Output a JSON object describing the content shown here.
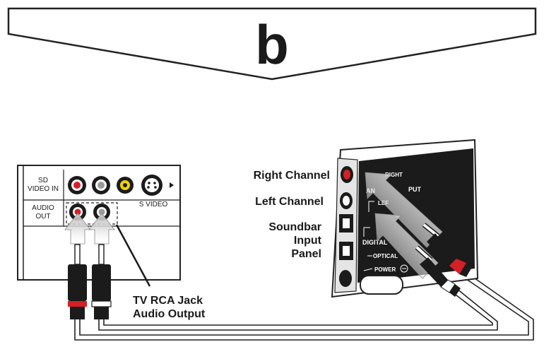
{
  "step": {
    "letter": "b"
  },
  "tv_panel": {
    "row1_label_line1": "SD",
    "row1_label_line2": "VIDEO IN",
    "row2_label_line1": "AUDIO",
    "row2_label_line2": "OUT",
    "svideo_label": "S VIDEO"
  },
  "soundbar_panel": {
    "text_right": "RIGHT",
    "text_analog_a": "AN",
    "text_analog_b": "PUT",
    "text_left": "LEF",
    "text_digital": "DIGITAL",
    "text_optical": "OPTICAL",
    "text_power": "POWER"
  },
  "callouts": {
    "right_channel": "Right Channel",
    "left_channel": "Left Channel",
    "soundbar_line1": "Soundbar",
    "soundbar_line2": "Input",
    "soundbar_line3": "Panel",
    "tv_line1": "TV RCA Jack",
    "tv_line2": "Audio Output"
  },
  "colors": {
    "red": "#d61f26",
    "black": "#1b1b1b",
    "grey": "#9a9a9a",
    "white": "#ffffff"
  }
}
